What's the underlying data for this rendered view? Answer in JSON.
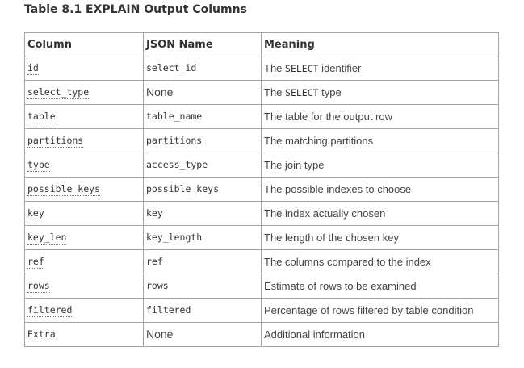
{
  "caption": "Table 8.1 EXPLAIN Output Columns",
  "headers": {
    "column": "Column",
    "json_name": "JSON Name",
    "meaning": "Meaning"
  },
  "rows": [
    {
      "column": "id",
      "json_name": "select_id",
      "json_mono": true,
      "meaning_pre": "The ",
      "meaning_kw": "SELECT",
      "meaning_post": " identifier"
    },
    {
      "column": "select_type",
      "json_name": "None",
      "json_mono": false,
      "meaning_pre": "The ",
      "meaning_kw": "SELECT",
      "meaning_post": " type"
    },
    {
      "column": "table",
      "json_name": "table_name",
      "json_mono": true,
      "meaning_pre": "The table for the output row",
      "meaning_kw": "",
      "meaning_post": ""
    },
    {
      "column": "partitions",
      "json_name": "partitions",
      "json_mono": true,
      "meaning_pre": "The matching partitions",
      "meaning_kw": "",
      "meaning_post": ""
    },
    {
      "column": "type",
      "json_name": "access_type",
      "json_mono": true,
      "meaning_pre": "The join type",
      "meaning_kw": "",
      "meaning_post": ""
    },
    {
      "column": "possible_keys",
      "json_name": "possible_keys",
      "json_mono": true,
      "meaning_pre": "The possible indexes to choose",
      "meaning_kw": "",
      "meaning_post": ""
    },
    {
      "column": "key",
      "json_name": "key",
      "json_mono": true,
      "meaning_pre": "The index actually chosen",
      "meaning_kw": "",
      "meaning_post": ""
    },
    {
      "column": "key_len",
      "json_name": "key_length",
      "json_mono": true,
      "meaning_pre": "The length of the chosen key",
      "meaning_kw": "",
      "meaning_post": ""
    },
    {
      "column": "ref",
      "json_name": "ref",
      "json_mono": true,
      "meaning_pre": "The columns compared to the index",
      "meaning_kw": "",
      "meaning_post": ""
    },
    {
      "column": "rows",
      "json_name": "rows",
      "json_mono": true,
      "meaning_pre": "Estimate of rows to be examined",
      "meaning_kw": "",
      "meaning_post": ""
    },
    {
      "column": "filtered",
      "json_name": "filtered",
      "json_mono": true,
      "meaning_pre": "Percentage of rows filtered by table condition",
      "meaning_kw": "",
      "meaning_post": ""
    },
    {
      "column": "Extra",
      "json_name": "None",
      "json_mono": false,
      "meaning_pre": "Additional information",
      "meaning_kw": "",
      "meaning_post": ""
    }
  ]
}
